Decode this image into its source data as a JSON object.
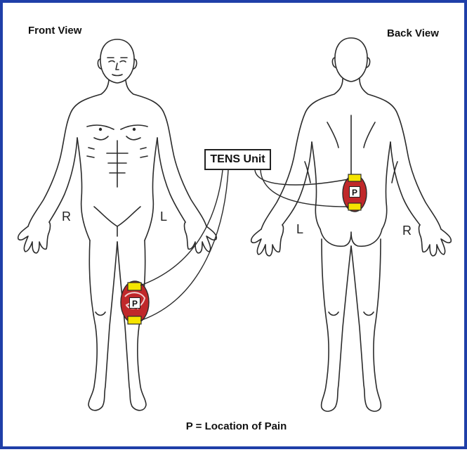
{
  "views": {
    "front": "Front View",
    "back": "Back View"
  },
  "device_label": "TENS Unit",
  "side_labels": {
    "front_right": "R",
    "front_left": "L",
    "back_left": "L",
    "back_right": "R"
  },
  "pain_marker": "P",
  "legend": "P = Location of Pain",
  "colors": {
    "frame": "#1f3fa8",
    "pain_area": "#c0282a",
    "electrode_pad": "#f5e400"
  }
}
